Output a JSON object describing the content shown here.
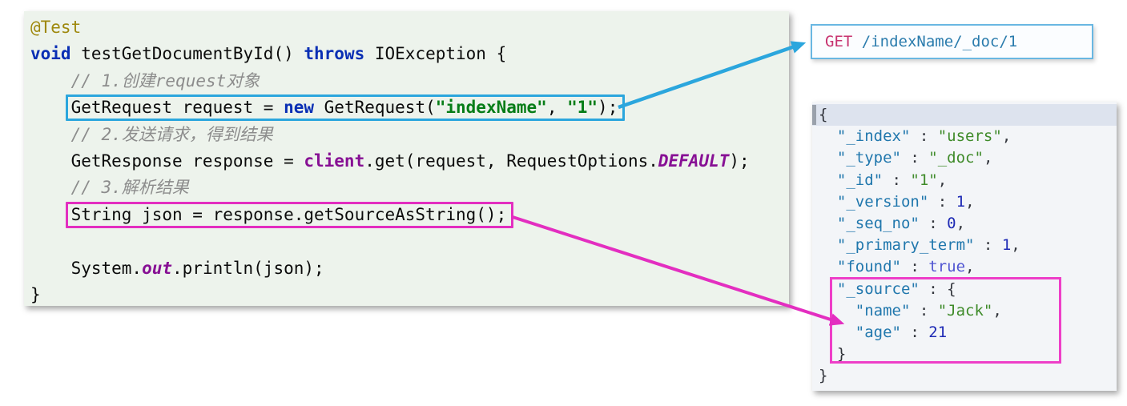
{
  "colors": {
    "blue_accent": "#2ba6dd",
    "magenta_accent": "#e32ec0",
    "code_background": "#edf3ec",
    "json_background": "#f3f5f8",
    "highlight_line_background": "#dde3ee",
    "keyword": "#0a2fb4",
    "string": "#067d17",
    "annotation": "#9e880d",
    "comment": "#8c8c8c",
    "field": "#871094",
    "json_key": "#2077ad",
    "json_string": "#3f8b2a",
    "json_number": "#1e2ab5",
    "json_boolean": "#5156d2",
    "get_method": "#c7326f",
    "get_path": "#2b7cad"
  },
  "java_code": {
    "lines": [
      {
        "tokens": [
          {
            "t": "@Test",
            "c": "ann"
          }
        ]
      },
      {
        "tokens": [
          {
            "t": "void",
            "c": "kw"
          },
          {
            "t": " testGetDocumentById() ",
            "c": "pl"
          },
          {
            "t": "throws",
            "c": "kw"
          },
          {
            "t": " IOException {",
            "c": "pl"
          }
        ]
      },
      {
        "cls": "ind1",
        "tokens": [
          {
            "t": "// 1.创建request对象",
            "c": "cmt"
          }
        ]
      },
      {
        "cls": "ind1",
        "box": "blue",
        "tokens": [
          {
            "t": "GetRequest request = ",
            "c": "pl"
          },
          {
            "t": "new",
            "c": "kw"
          },
          {
            "t": " GetRequest(",
            "c": "pl"
          },
          {
            "t": "\"indexName\"",
            "c": "str"
          },
          {
            "t": ", ",
            "c": "pl"
          },
          {
            "t": "\"1\"",
            "c": "str"
          },
          {
            "t": ");",
            "c": "pl"
          }
        ]
      },
      {
        "cls": "ind1",
        "tokens": [
          {
            "t": "// 2.发送请求，得到结果",
            "c": "cmt"
          }
        ]
      },
      {
        "cls": "ind1",
        "tokens": [
          {
            "t": "GetResponse response = ",
            "c": "pl"
          },
          {
            "t": "client",
            "c": "fld"
          },
          {
            "t": ".get(request, RequestOptions.",
            "c": "pl"
          },
          {
            "t": "DEFAULT",
            "c": "sfld"
          },
          {
            "t": ");",
            "c": "pl"
          }
        ]
      },
      {
        "cls": "ind1",
        "tokens": [
          {
            "t": "// 3.解析结果",
            "c": "cmt"
          }
        ]
      },
      {
        "cls": "ind1",
        "box": "magenta",
        "tokens": [
          {
            "t": "String json = response.getSourceAsString();",
            "c": "pl"
          }
        ]
      },
      {
        "tokens": []
      },
      {
        "cls": "ind1",
        "tokens": [
          {
            "t": "System.",
            "c": "pl"
          },
          {
            "t": "out",
            "c": "sfld"
          },
          {
            "t": ".println(json);",
            "c": "pl"
          }
        ]
      },
      {
        "tokens": [
          {
            "t": "}",
            "c": "pl"
          }
        ]
      }
    ]
  },
  "get_console": {
    "lines": [
      {
        "tokens": [
          {
            "t": "GET",
            "c": "method"
          },
          {
            "t": " /indexName/_doc/1",
            "c": "path"
          }
        ]
      }
    ]
  },
  "json_response": {
    "lines": [
      {
        "cls": "hl",
        "tokens": [
          {
            "t": "{",
            "c": "brace"
          }
        ]
      },
      {
        "tokens": [
          {
            "t": "  ",
            "c": "pl"
          },
          {
            "t": "\"_index\"",
            "c": "key"
          },
          {
            "t": " : ",
            "c": "pl"
          },
          {
            "t": "\"users\"",
            "c": "jstr"
          },
          {
            "t": ",",
            "c": "pl"
          }
        ]
      },
      {
        "tokens": [
          {
            "t": "  ",
            "c": "pl"
          },
          {
            "t": "\"_type\"",
            "c": "key"
          },
          {
            "t": " : ",
            "c": "pl"
          },
          {
            "t": "\"_doc\"",
            "c": "jstr"
          },
          {
            "t": ",",
            "c": "pl"
          }
        ]
      },
      {
        "tokens": [
          {
            "t": "  ",
            "c": "pl"
          },
          {
            "t": "\"_id\"",
            "c": "key"
          },
          {
            "t": " : ",
            "c": "pl"
          },
          {
            "t": "\"1\"",
            "c": "jstr"
          },
          {
            "t": ",",
            "c": "pl"
          }
        ]
      },
      {
        "tokens": [
          {
            "t": "  ",
            "c": "pl"
          },
          {
            "t": "\"_version\"",
            "c": "key"
          },
          {
            "t": " : ",
            "c": "pl"
          },
          {
            "t": "1",
            "c": "num"
          },
          {
            "t": ",",
            "c": "pl"
          }
        ]
      },
      {
        "tokens": [
          {
            "t": "  ",
            "c": "pl"
          },
          {
            "t": "\"_seq_no\"",
            "c": "key"
          },
          {
            "t": " : ",
            "c": "pl"
          },
          {
            "t": "0",
            "c": "num"
          },
          {
            "t": ",",
            "c": "pl"
          }
        ]
      },
      {
        "tokens": [
          {
            "t": "  ",
            "c": "pl"
          },
          {
            "t": "\"_primary_term\"",
            "c": "key"
          },
          {
            "t": " : ",
            "c": "pl"
          },
          {
            "t": "1",
            "c": "num"
          },
          {
            "t": ",",
            "c": "pl"
          }
        ]
      },
      {
        "tokens": [
          {
            "t": "  ",
            "c": "pl"
          },
          {
            "t": "\"found\"",
            "c": "key"
          },
          {
            "t": " : ",
            "c": "pl"
          },
          {
            "t": "true",
            "c": "bool"
          },
          {
            "t": ",",
            "c": "pl"
          }
        ]
      },
      {
        "tokens": [
          {
            "t": "  ",
            "c": "pl"
          },
          {
            "t": "\"_source\"",
            "c": "key"
          },
          {
            "t": " : {",
            "c": "pl"
          }
        ]
      },
      {
        "tokens": [
          {
            "t": "    ",
            "c": "pl"
          },
          {
            "t": "\"name\"",
            "c": "key"
          },
          {
            "t": " : ",
            "c": "pl"
          },
          {
            "t": "\"Jack\"",
            "c": "jstr"
          },
          {
            "t": ",",
            "c": "pl"
          }
        ]
      },
      {
        "tokens": [
          {
            "t": "    ",
            "c": "pl"
          },
          {
            "t": "\"age\"",
            "c": "key"
          },
          {
            "t": " : ",
            "c": "pl"
          },
          {
            "t": "21",
            "c": "num"
          }
        ]
      },
      {
        "tokens": [
          {
            "t": "  }",
            "c": "brace"
          }
        ]
      },
      {
        "tokens": [
          {
            "t": "}",
            "c": "brace"
          }
        ]
      }
    ]
  }
}
